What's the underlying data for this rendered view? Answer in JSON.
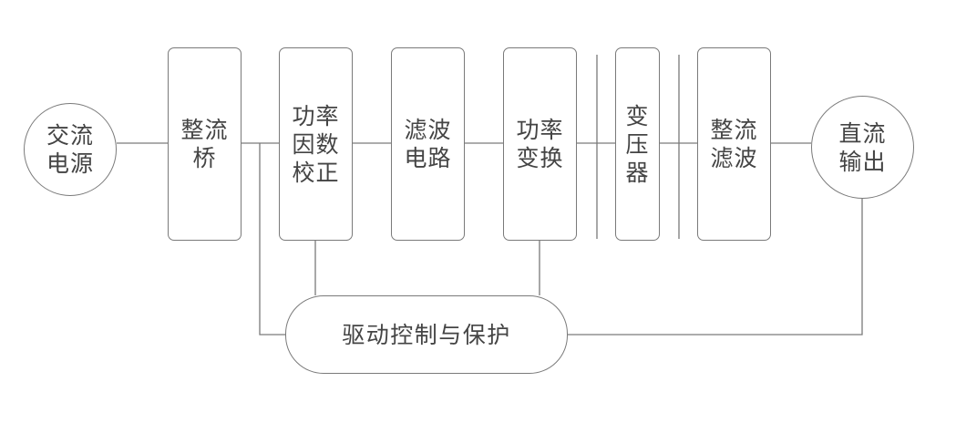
{
  "blocks": {
    "ac_source": [
      "交流",
      "电源"
    ],
    "rectifier_bridge": [
      "整流",
      "桥"
    ],
    "pfc": [
      "功率",
      "因数",
      "校正"
    ],
    "filter_circuit": [
      "滤波",
      "电路"
    ],
    "power_conversion": [
      "功率",
      "变换"
    ],
    "transformer": [
      "变",
      "压",
      "器"
    ],
    "rectifier_filter": [
      "整流",
      "滤波"
    ],
    "dc_output": [
      "直流",
      "输出"
    ],
    "driver_protection": "驱动控制与保护"
  },
  "colors": {
    "stroke": "#7a7a7a",
    "text": "#444444",
    "background": "#ffffff"
  }
}
